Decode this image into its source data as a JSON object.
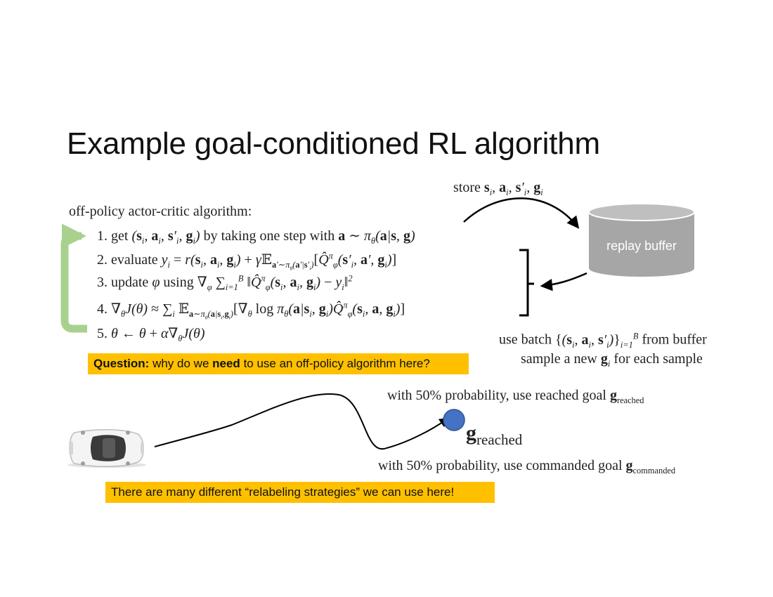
{
  "title": "Example goal-conditioned RL algorithm",
  "algorithm": {
    "intro": "off-policy actor-critic algorithm:",
    "step1": {
      "num": "1.",
      "text_a": "get",
      "text_b": "by taking one step with"
    },
    "step2": {
      "num": "2.",
      "text_a": "evaluate"
    },
    "step3": {
      "num": "3.",
      "text_a": "update",
      "text_b": "using"
    },
    "step4": {
      "num": "4."
    },
    "step5": {
      "num": "5."
    }
  },
  "buffer": {
    "label": "replay buffer",
    "store_text": "store",
    "batch_text_a": "use batch",
    "batch_text_b": "from buffer",
    "sample_text_a": "sample a new",
    "sample_text_b": "for each sample"
  },
  "relabel": {
    "prob_reached_text": "with 50% probability, use reached goal",
    "prob_commanded_text": "with 50% probability, use commanded goal",
    "g_symbol": "g",
    "reached_sub": "reached",
    "commanded_sub": "commanded"
  },
  "callouts": {
    "question_bold": "Question:",
    "question_a": "why do we",
    "question_need": "need",
    "question_b": "to use an off-policy algorithm here?",
    "relabel_note": "There are many different “relabeling strategies” we can use here!"
  },
  "colors": {
    "highlight": "#ffc000",
    "loop_arrow": "#a9d18e",
    "buffer": "#a6a6a6",
    "goal_dot": "#4472c4"
  },
  "icons": [
    "car-icon",
    "cylinder-icon",
    "goal-dot-icon"
  ]
}
